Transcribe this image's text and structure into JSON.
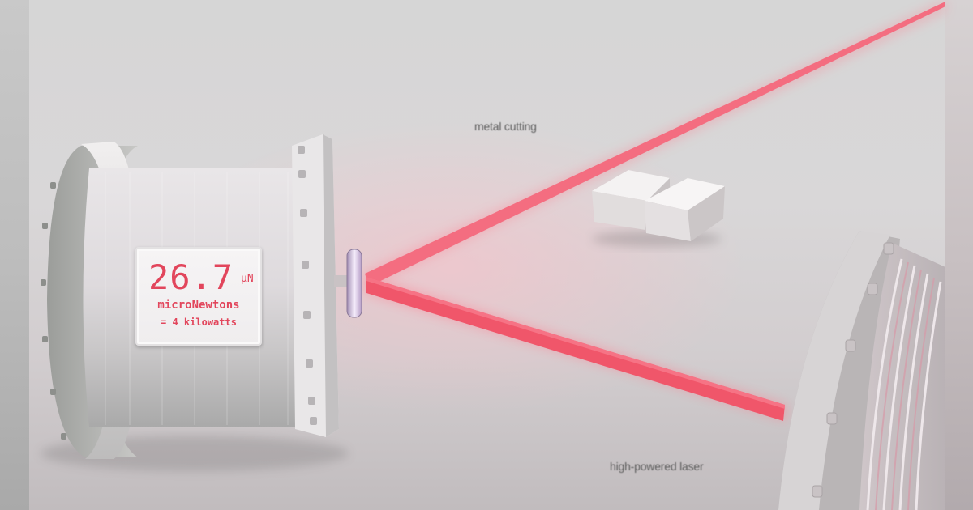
{
  "scene": {
    "description": "3D render of a thruster device measuring laser force, with a mirror reflecting a laser beam toward metal blocks",
    "display": {
      "value": "26.7",
      "unit": "µN",
      "unit_word": "microNewtons",
      "equivalence": "= 4 kilowatts"
    },
    "labels": {
      "metal_cutting": "metal cutting",
      "high_powered_laser": "high-powered laser"
    },
    "colors": {
      "laser": "#f0566a",
      "display_text": "#e2465c",
      "background": "#d6d6d6",
      "label_text": "#5e5e5e"
    }
  }
}
